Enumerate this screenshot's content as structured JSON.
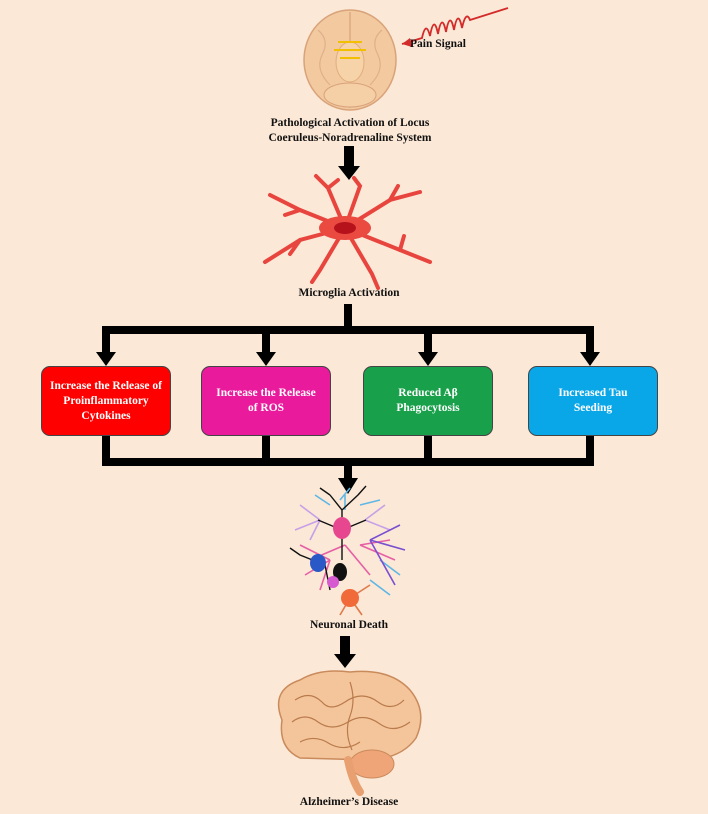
{
  "diagram": {
    "pain_signal_label": "Pain Signal",
    "locus_label": "Pathological Activation of Locus\nCoeruleus-Noradrenaline System",
    "microglia_label": "Microglia Activation",
    "neuronal_death_label": "Neuronal Death",
    "alzheimers_label": "Alzheimer’s Disease",
    "effects": [
      {
        "label": "Increase the Release of\nProinflammatory\nCytokines",
        "color": "#ff0000"
      },
      {
        "label": "Increase the Release\nof ROS",
        "color": "#ea1a9c"
      },
      {
        "label": "Reduced Aβ\nPhagocytosis",
        "color": "#18a04a"
      },
      {
        "label": "Increased Tau\nSeeding",
        "color": "#0aa7e8"
      }
    ]
  }
}
